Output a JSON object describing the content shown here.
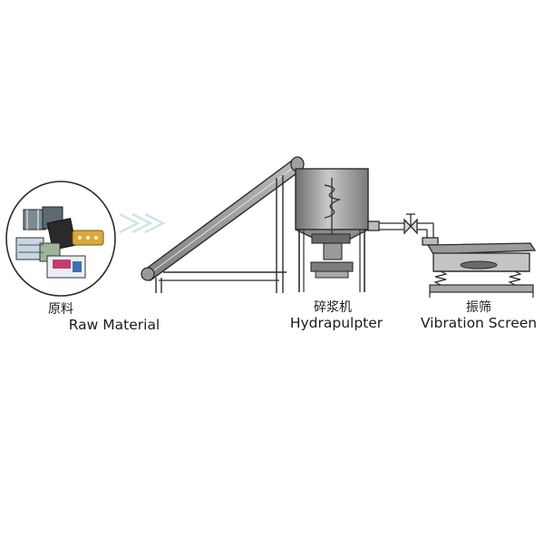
{
  "stages": [
    {
      "id": "raw-material",
      "label_zh": "原料",
      "label_en": "Raw Material"
    },
    {
      "id": "hydrapulpter",
      "label_zh": "碎浆机",
      "label_en": "Hydrapulpter"
    },
    {
      "id": "vibration-screen",
      "label_zh": "振筛",
      "label_en": "Vibration Screen"
    }
  ],
  "colors": {
    "line": "#2b2b2b",
    "metal": "#8a8a8a",
    "metal_dark": "#4d4d4d",
    "arrow": "#cfe3e8"
  }
}
